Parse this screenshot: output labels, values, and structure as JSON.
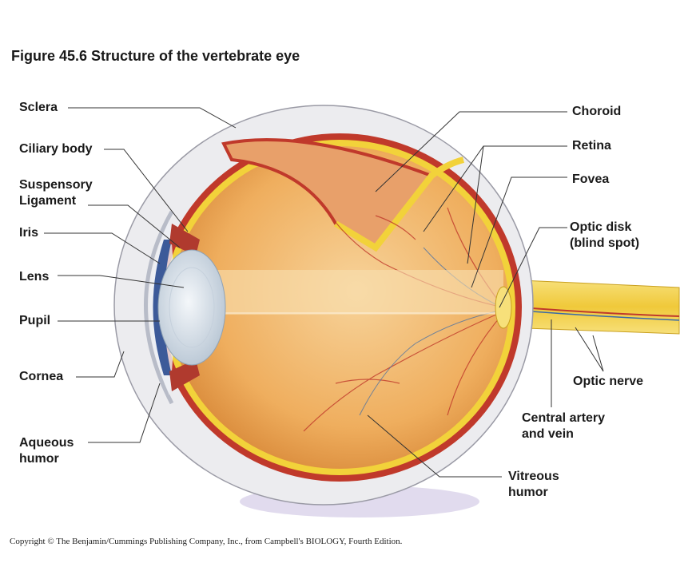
{
  "figure": {
    "title": "Figure 45.6 Structure of the vertebrate eye",
    "copyright": "Copyright ©  The Benjamin/Cummings Publishing Company, Inc., from Campbell's BIOLOGY, Fourth Edition."
  },
  "labels": {
    "sclera": "Sclera",
    "ciliary_body": "Ciliary body",
    "suspensory_1": "Suspensory",
    "suspensory_2": "Ligament",
    "iris": "Iris",
    "lens": "Lens",
    "pupil": "Pupil",
    "cornea": "Cornea",
    "aqueous_1": "Aqueous",
    "aqueous_2": "humor",
    "choroid": "Choroid",
    "retina": "Retina",
    "fovea": "Fovea",
    "optic_disk_1": "Optic disk",
    "optic_disk_2": "(blind spot)",
    "optic_nerve": "Optic nerve",
    "central_1": "Central artery",
    "central_2": "and vein",
    "vitreous_1": "Vitreous",
    "vitreous_2": "humor"
  },
  "colors": {
    "sclera": "#e8e8ea",
    "choroid": "#c0392b",
    "retina": "#f2d23a",
    "vitreous": "#f0b870",
    "lens": "#dfe7ee",
    "iris": "#3c5a99",
    "nerve": "#f5d54a"
  }
}
